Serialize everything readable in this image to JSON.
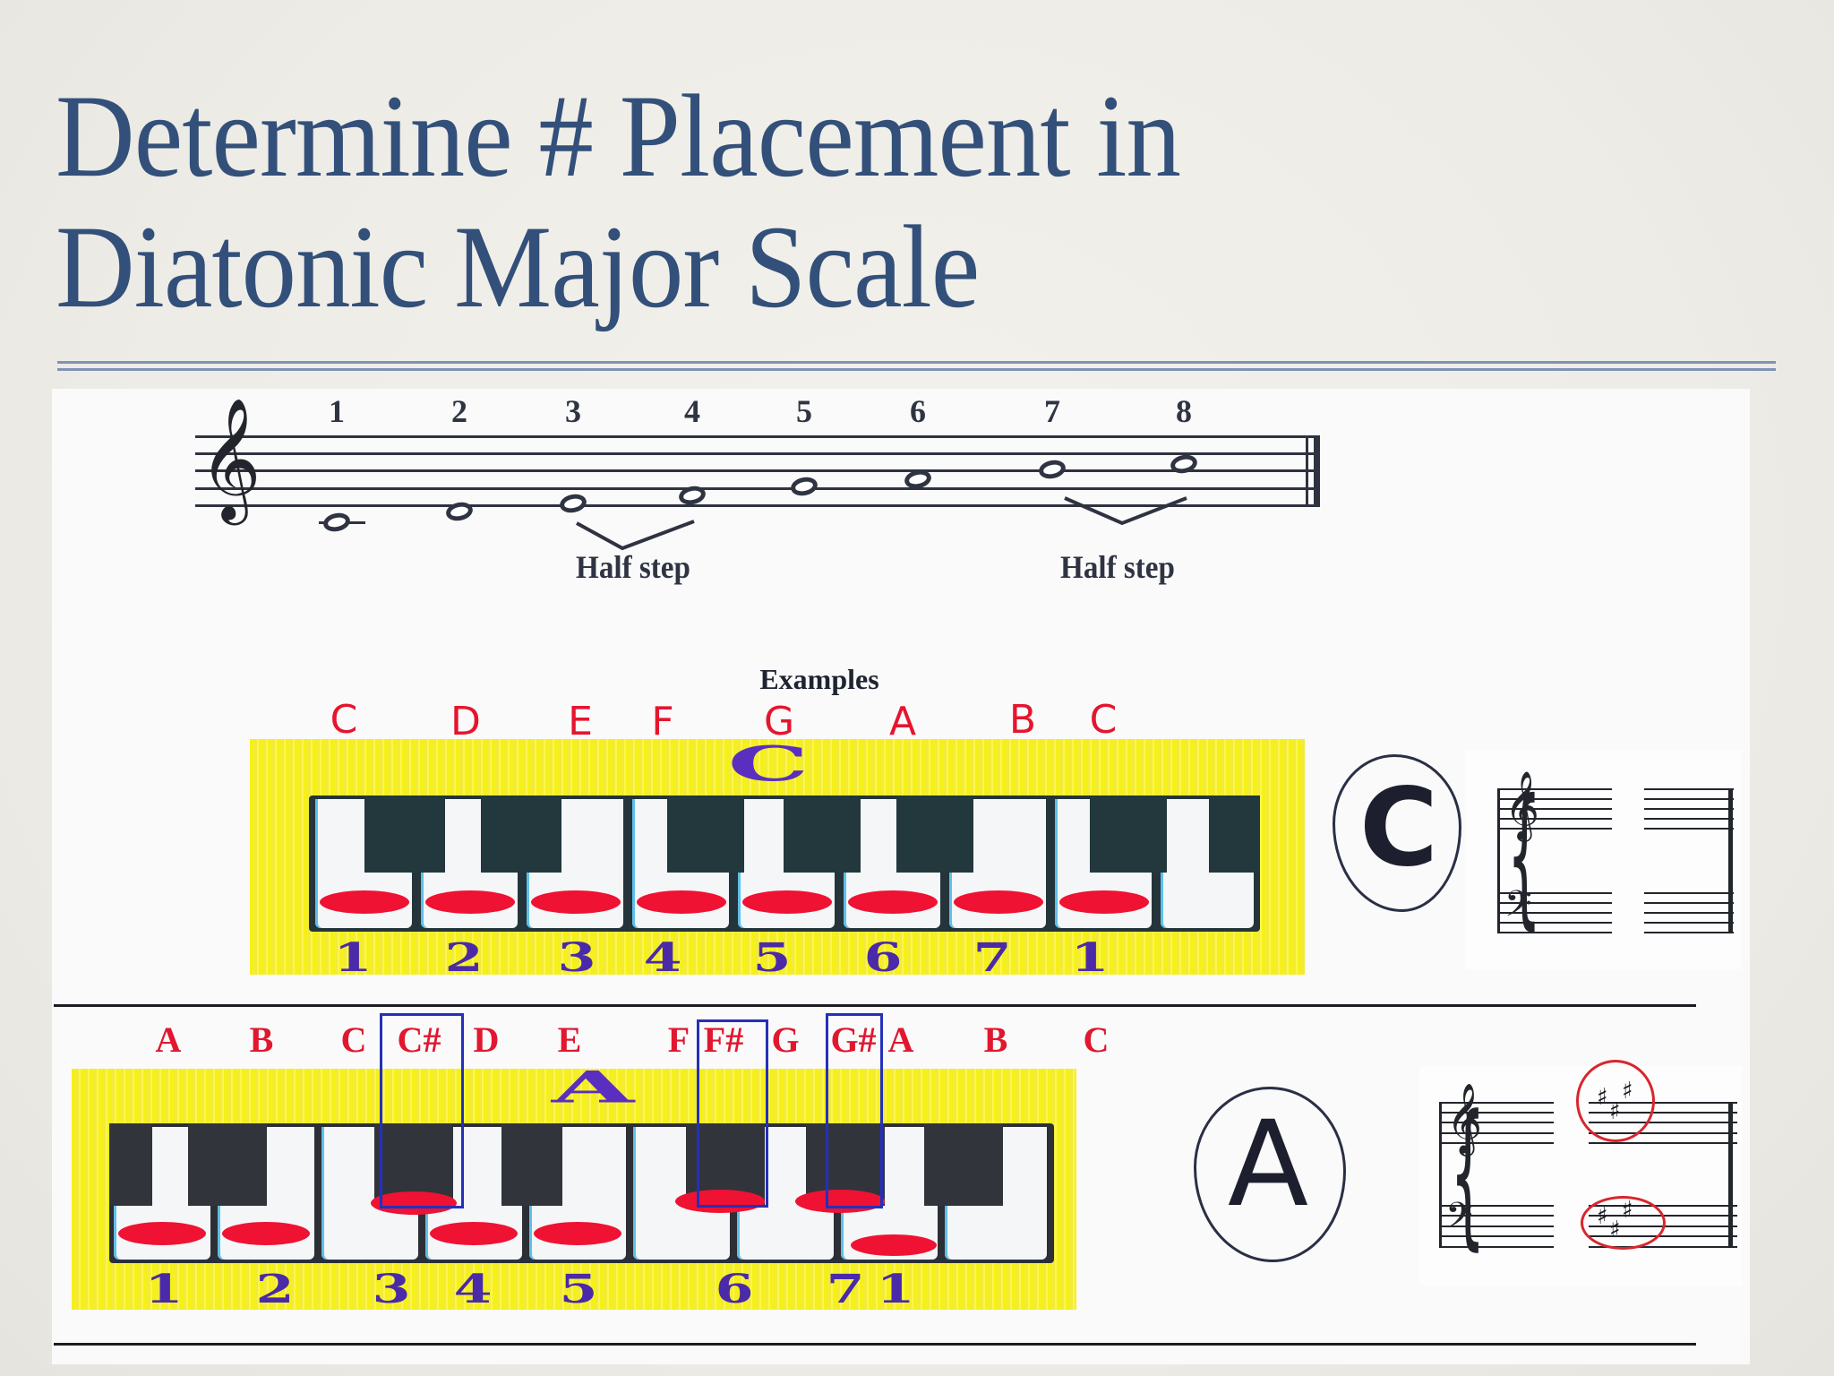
{
  "slide": {
    "title_line1": "Determine # Placement in",
    "title_line2": "Diatonic Major Scale",
    "accent_color": "#33507a",
    "rule_color": "#7f92b6"
  },
  "scale_staff": {
    "clef": "treble-clef",
    "degree_numbers": [
      "1",
      "2",
      "3",
      "4",
      "5",
      "6",
      "7",
      "8"
    ],
    "half_step_labels": [
      "Half step",
      "Half step"
    ],
    "half_steps_between": [
      [
        3,
        4
      ],
      [
        7,
        8
      ]
    ]
  },
  "examples": {
    "heading": "Examples",
    "c_major": {
      "key_letter": "C",
      "note_labels": [
        "C",
        "D",
        "E",
        "F",
        "G",
        "A",
        "B",
        "C"
      ],
      "degree_numbers": [
        "1",
        "2",
        "3",
        "4",
        "5",
        "6",
        "7",
        "1"
      ],
      "circled_letter": "C",
      "key_signature": "no sharps"
    },
    "a_major": {
      "key_letter": "A",
      "note_labels": [
        "A",
        "B",
        "C",
        "C#",
        "D",
        "E",
        "F",
        "F#",
        "G",
        "G#",
        "A",
        "B",
        "C"
      ],
      "boxed_sharps": [
        "C#",
        "F#",
        "G#"
      ],
      "degree_numbers": [
        "1",
        "2",
        "3",
        "4",
        "5",
        "6",
        "7",
        "1"
      ],
      "circled_letter": "A",
      "key_signature": "3 sharps (F#, C#, G#)"
    }
  },
  "colors": {
    "keyboard_background": "#f6f01a",
    "marker_red": "#ef1232",
    "label_red": "#e0172f",
    "box_blue": "#2530b8",
    "number_purple": "#4a2aa8"
  }
}
